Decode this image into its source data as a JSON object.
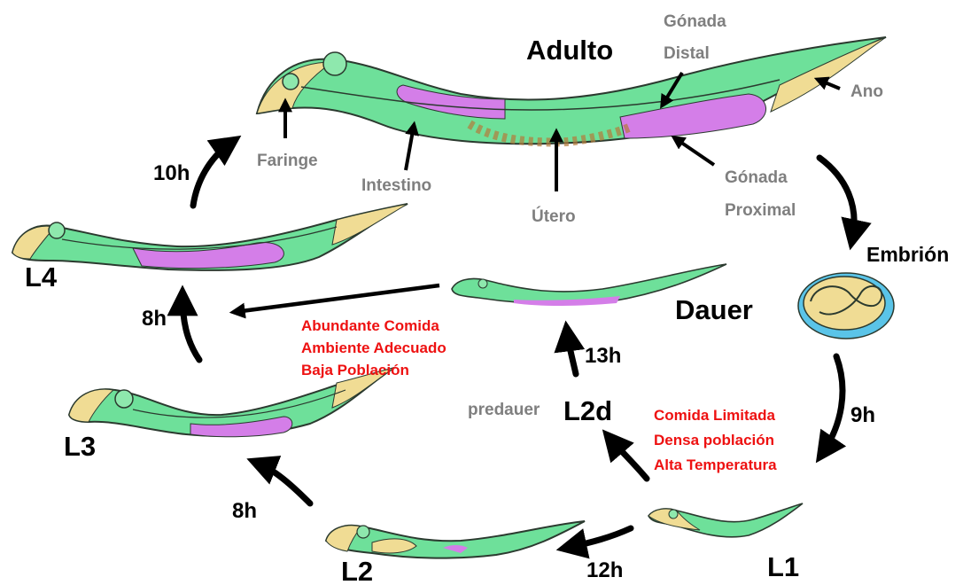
{
  "colors": {
    "body": "#6ee09a",
    "gonad": "#d47ee8",
    "tissue": "#f0dc94",
    "outline": "#2b3a2f",
    "label_gray": "#7f7f7f",
    "condition_red": "#ee1111",
    "egg_shell": "#5ac4e8"
  },
  "stages": {
    "adult": "Adulto",
    "embryo": "Embrión",
    "l1": "L1",
    "l2": "L2",
    "l3": "L3",
    "l4": "L4",
    "l2d": "L2d",
    "dauer": "Dauer",
    "predauer": "predauer"
  },
  "anatomy": {
    "gonad_distal_1": "Gónada",
    "gonad_distal_2": "Distal",
    "anus": "Ano",
    "pharynx": "Faringe",
    "intestine": "Intestino",
    "uterus": "Útero",
    "gonad_proximal_1": "Gónada",
    "gonad_proximal_2": "Proximal"
  },
  "times": {
    "l4_adult": "10h",
    "l3_l4": "8h",
    "l2_l3": "8h",
    "l1_l2": "12h",
    "embryo_l1": "9h",
    "l2d_dauer": "13h"
  },
  "conditions": {
    "favorable": [
      "Abundante Comida",
      "Ambiente Adecuado",
      "Baja Población"
    ],
    "unfavorable": [
      "Comida Limitada",
      "Densa población",
      "Alta Temperatura"
    ]
  }
}
